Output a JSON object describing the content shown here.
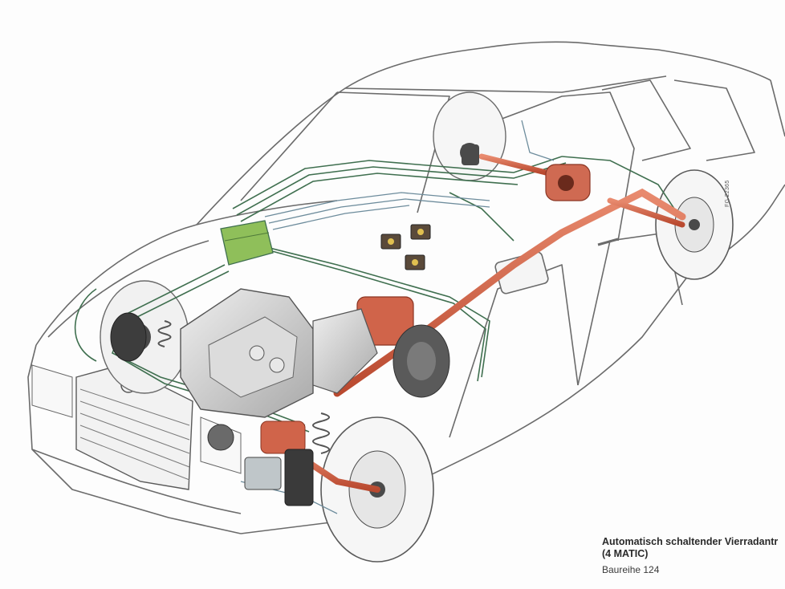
{
  "caption": {
    "title_line1": "Automatisch schaltender Vierradantr",
    "title_line2": "(4 MATIC)",
    "subtitle": "Baureihe 124"
  },
  "figure_ref": "FG 22365",
  "colors": {
    "body_outline": "#6b6b6b",
    "hydraulic_lines": "#3f6f4f",
    "drivetrain": "#d0644a",
    "control_unit": "#8fbf5a",
    "engine_gray": "#c9c9c9",
    "tires_dark": "#4a4a4a"
  },
  "icons": {
    "warning_lamps": [
      "warning-lamp-icon",
      "warning-lamp-icon",
      "warning-lamp-icon"
    ]
  }
}
